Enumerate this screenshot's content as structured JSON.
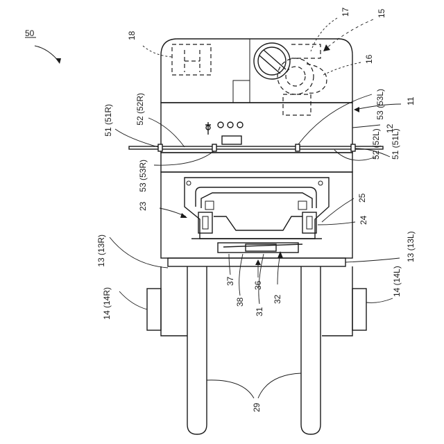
{
  "figure_label": "50",
  "labels": {
    "l11": "11",
    "l12": "12",
    "l13r": "13 (13R)",
    "l13l": "13 (13L)",
    "l14r": "14 (14R)",
    "l14l": "14 (14L)",
    "l15": "15",
    "l16": "16",
    "l17": "17",
    "l18": "18",
    "l23": "23",
    "l24": "24",
    "l25": "25",
    "l29": "29",
    "l31": "31",
    "l32": "32",
    "l36": "36",
    "l37": "37",
    "l38": "38",
    "l51r": "51 (51R)",
    "l52r": "52 (52R)",
    "l53r": "53 (53R)",
    "l51l": "51 (51L)",
    "l52l": "52 (52L)",
    "l53l": "53 (53L)"
  }
}
